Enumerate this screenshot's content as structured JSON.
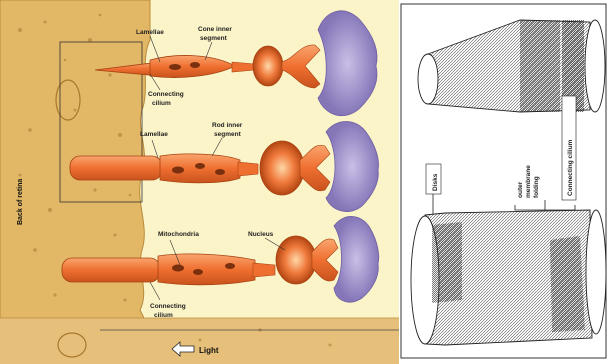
{
  "left_panel": {
    "side_label": "Back of retina",
    "labels": {
      "lamellae_top": "Lamellae",
      "cone_inner_segment_1": "Cone inner",
      "cone_inner_segment_2": "segment",
      "connecting_cilium_top_1": "Connecting",
      "connecting_cilium_top_2": "cilium",
      "lamellae_mid": "Lamellae",
      "rod_inner_segment_1": "Rod inner",
      "rod_inner_segment_2": "segment",
      "mitochondria": "Mitochondria",
      "nucleus": "Nucleus",
      "connecting_cilium_bottom_1": "Connecting",
      "connecting_cilium_bottom_2": "cilium"
    },
    "light_label": "Light"
  },
  "right_panel": {
    "labels": {
      "disks": "Disks",
      "outer_membrane_folding_1": "outer",
      "outer_membrane_folding_2": "membrane",
      "outer_membrane_folding_3": "folding",
      "connecting_cilium": "Connecting cilium"
    }
  },
  "colors": {
    "tissue": "#e2b866",
    "cell_orange": "#f07a3c",
    "synapse_purple": "#9b8cc4",
    "background_yellow": "#fbf4c8"
  }
}
